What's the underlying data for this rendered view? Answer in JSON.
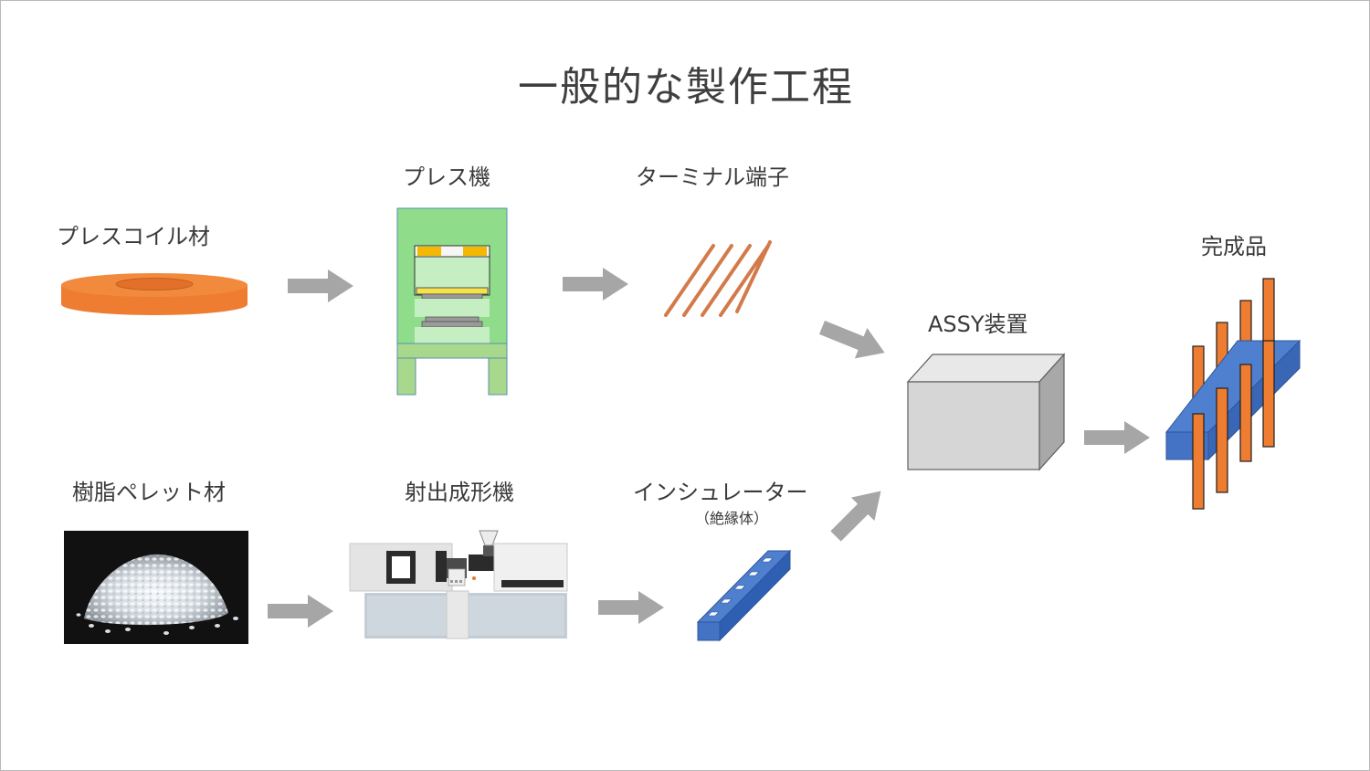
{
  "title": "一般的な製作工程",
  "labels": {
    "press_coil": "プレスコイル材",
    "press_machine": "プレス機",
    "terminal": "ターミナル端子",
    "resin_pellet": "樹脂ペレット材",
    "injection_machine": "射出成形機",
    "insulator": "インシュレーター",
    "insulator_sub": "（絶縁体）",
    "assy": "ASSY装置",
    "finished": "完成品"
  },
  "icons": {
    "coil": "press-coil-icon",
    "press": "press-machine-icon",
    "terminal": "terminal-pins-icon",
    "pellets": "resin-pellets-photo",
    "injection": "injection-molding-machine-icon",
    "insulator": "insulator-bar-icon",
    "assy": "assy-box-icon",
    "finished": "pin-header-icon",
    "arrow": "arrow-icon"
  },
  "colors": {
    "orange": "#ee7d31",
    "green": "#8fdc8a",
    "blue": "#4472c4",
    "arrow": "#a6a6a6",
    "box": "#d9d9d9",
    "text": "#3a3a3a"
  }
}
